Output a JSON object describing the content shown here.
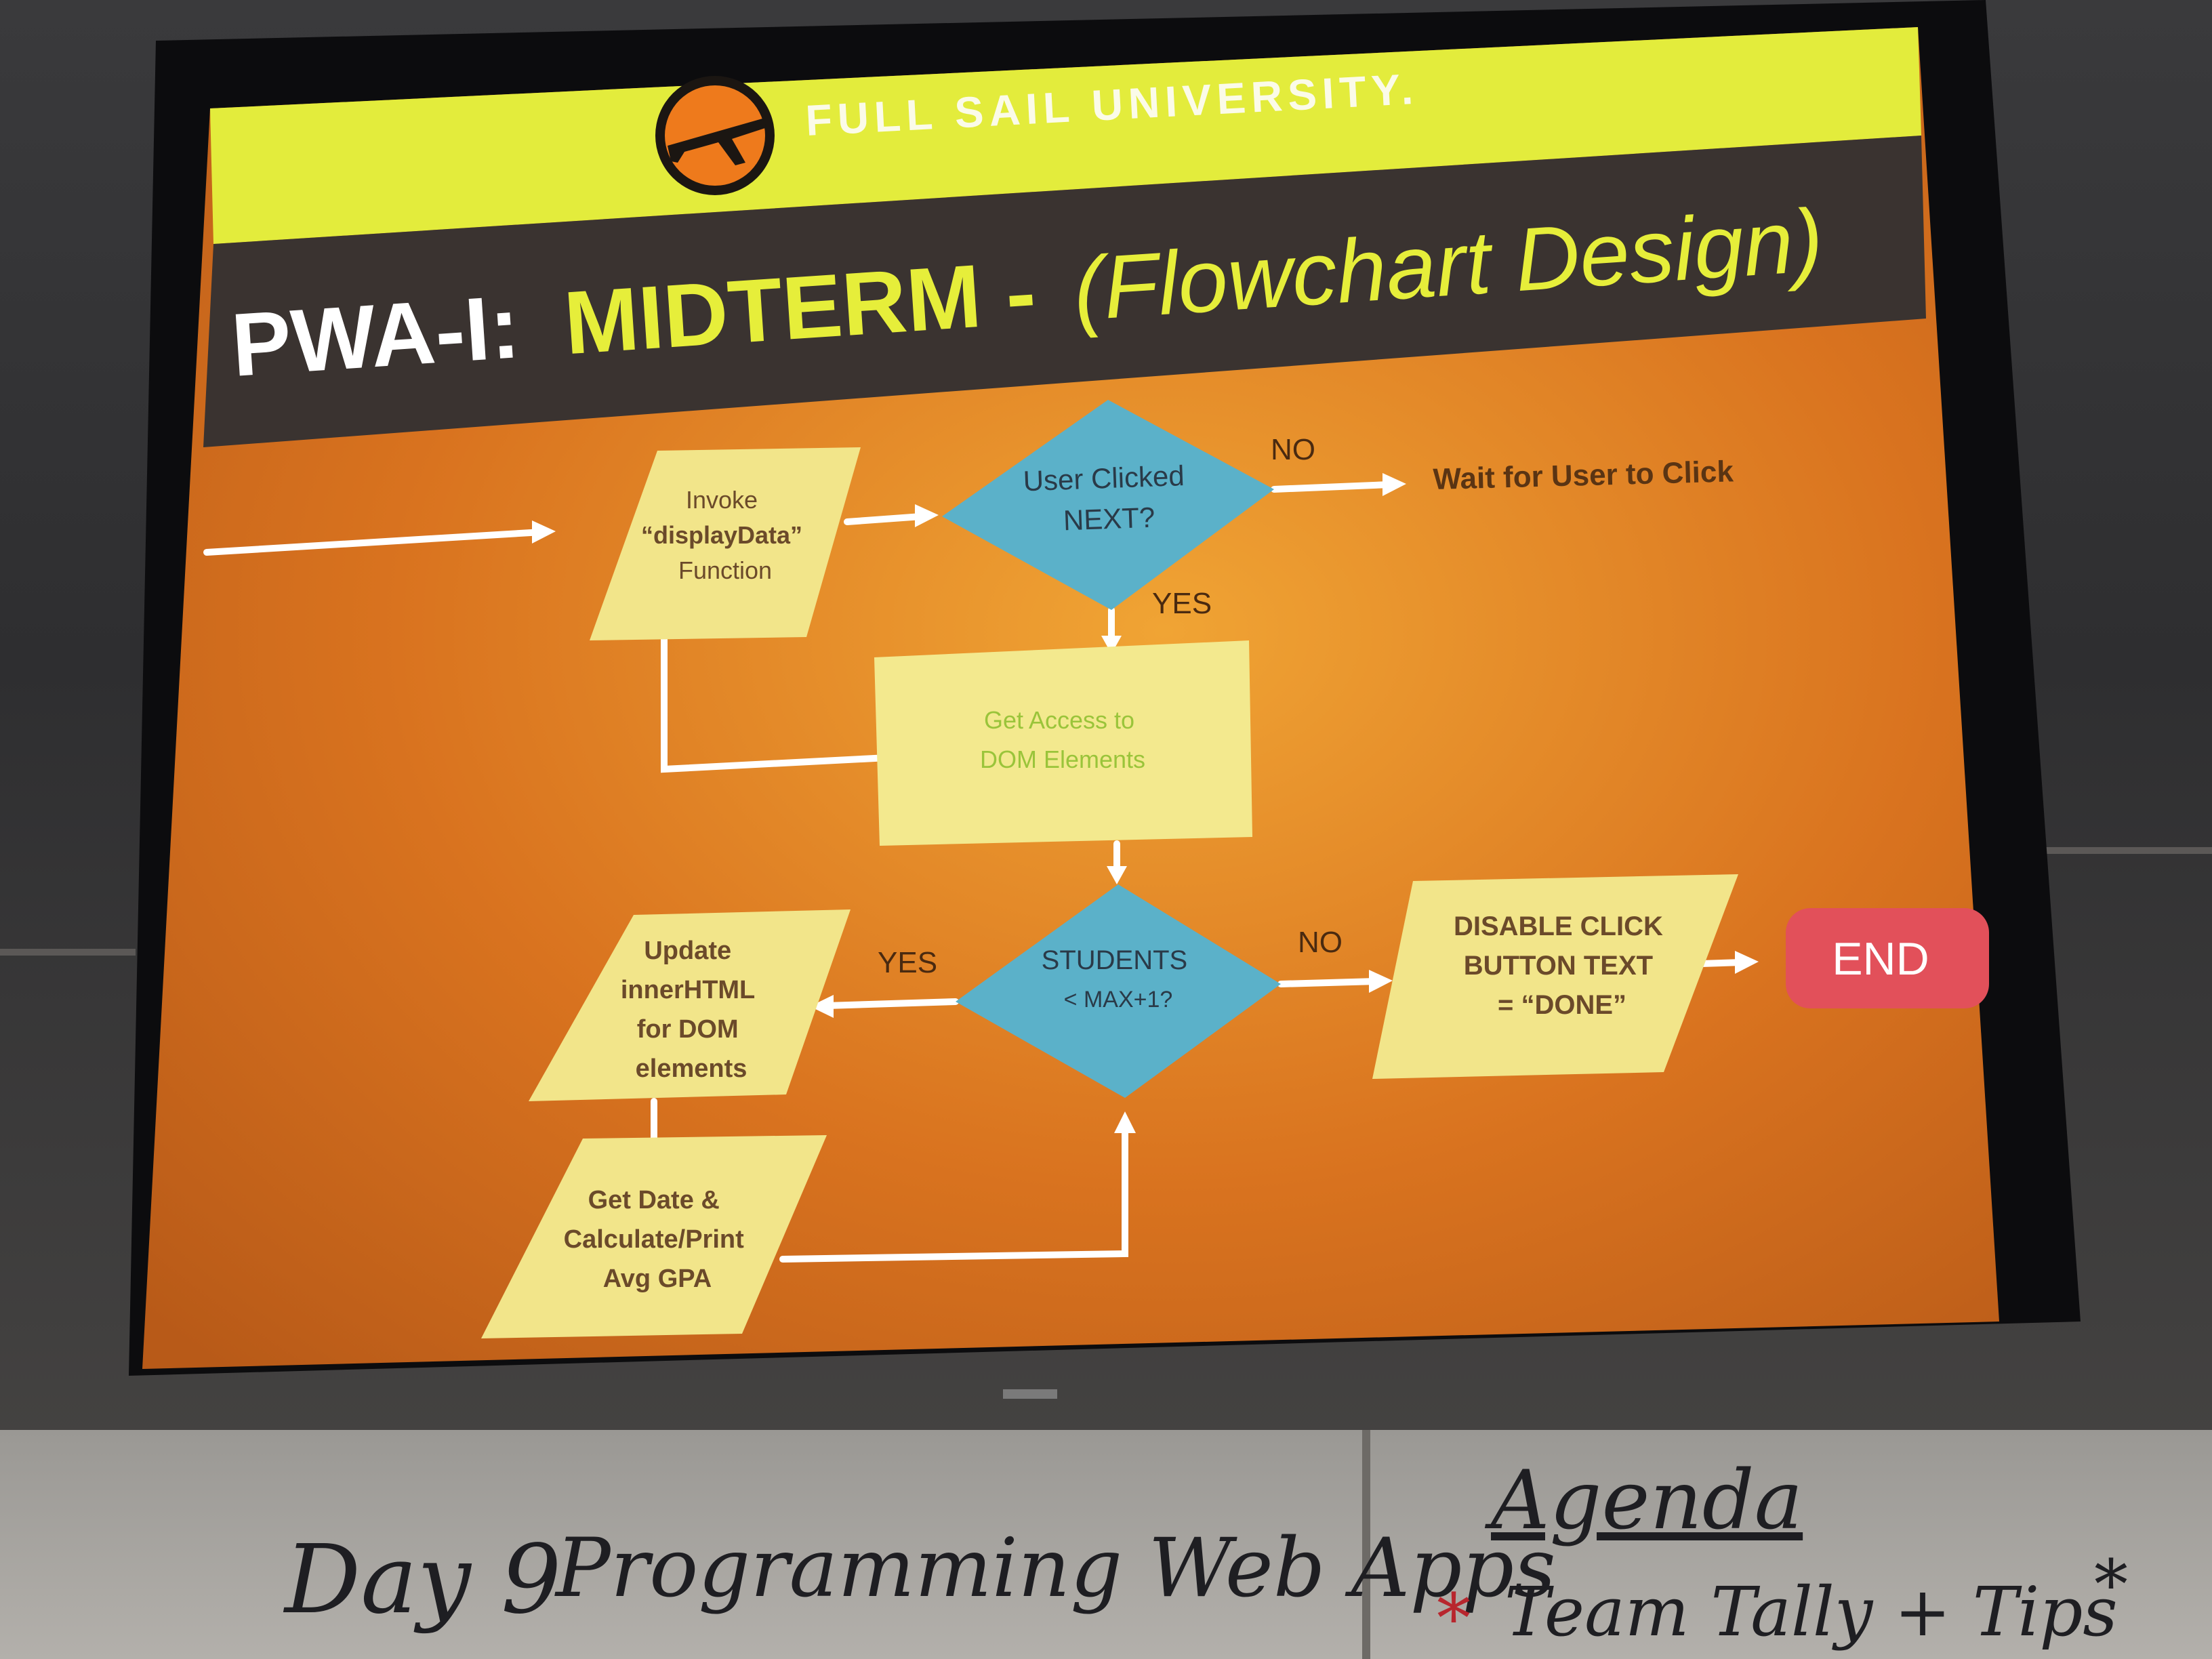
{
  "slide": {
    "header_brand": "FULL SAIL UNIVERSITY.",
    "title_prefix": "PWA-I:",
    "title_main": "MIDTERM -",
    "title_sub": "(Flowchart Design)"
  },
  "flowchart": {
    "invoke": [
      "Invoke",
      "“displayData”",
      "Function"
    ],
    "decision1": [
      "User Clicked",
      "NEXT?"
    ],
    "label_no1": "NO",
    "wait": "Wait for User to Click",
    "label_yes1": "YES",
    "dom_access": [
      "Get Access to",
      "DOM Elements"
    ],
    "decision2": [
      "STUDENTS",
      "< MAX+1?"
    ],
    "label_yes2": "YES",
    "label_no2": "NO",
    "update": [
      "Update",
      "innerHTML",
      "for DOM",
      "elements"
    ],
    "disable": [
      "DISABLE CLICK",
      "BUTTON TEXT",
      "= “DONE”"
    ],
    "end": "END",
    "gpa": [
      "Get Date &",
      "Calculate/Print",
      "Avg GPA"
    ]
  },
  "whiteboard": {
    "day_label": "Day 9",
    "course": "Programming Web Apps",
    "agenda_title": "Agenda",
    "agenda_item": "Team Tally + Tips"
  },
  "colors": {
    "slide_orange": "#d9731f",
    "header_yellow": "#e3ec3c",
    "title_band": "#3a3330",
    "shape_yellow": "#f2e58a",
    "diamond_blue": "#5bb1c9",
    "end_red": "#e2505a"
  },
  "icons": {
    "logo": "airplane-logo-icon"
  }
}
